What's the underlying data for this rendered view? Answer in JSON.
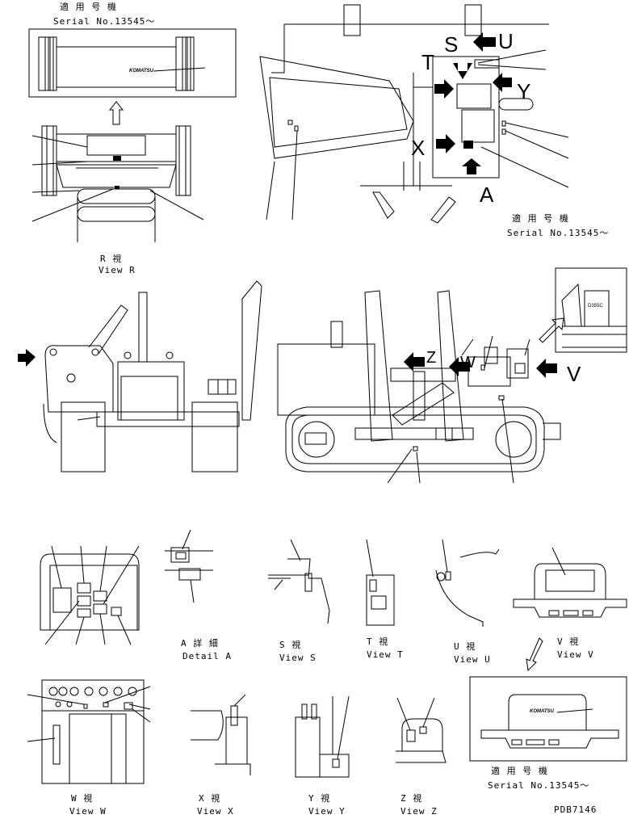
{
  "serial_blocks": [
    {
      "jp": "適 用 号 機",
      "en": "Serial No.13545～"
    },
    {
      "jp": "適 用 号 機",
      "en": "Serial No.13545～"
    },
    {
      "jp": "適 用 号 機",
      "en": "Serial No.13545～"
    }
  ],
  "view_letters": {
    "S": "S",
    "T": "T",
    "U": "U",
    "X": "X",
    "Y": "Y",
    "A": "A",
    "W": "W",
    "Z": "Z",
    "V": "V"
  },
  "view_captions": {
    "R": {
      "jp": "R  視",
      "en": "View R"
    },
    "A": {
      "jp": "A  詳 細",
      "en": "Detail A"
    },
    "S": {
      "jp": "S  視",
      "en": "View S"
    },
    "T": {
      "jp": "T  視",
      "en": "View T"
    },
    "U": {
      "jp": "U  視",
      "en": "View U"
    },
    "V": {
      "jp": "V  視",
      "en": "View V"
    },
    "W": {
      "jp": "W  視",
      "en": "View W"
    },
    "X": {
      "jp": "X  視",
      "en": "View X"
    },
    "Y": {
      "jp": "Y  視",
      "en": "View Y"
    },
    "Z": {
      "jp": "Z  視",
      "en": "View Z"
    }
  },
  "logo_text": "KOMATSU",
  "plate_code": "D355C",
  "drawing_number": "PDB7146",
  "icons": [
    "view-arrow",
    "outline-arrow"
  ]
}
